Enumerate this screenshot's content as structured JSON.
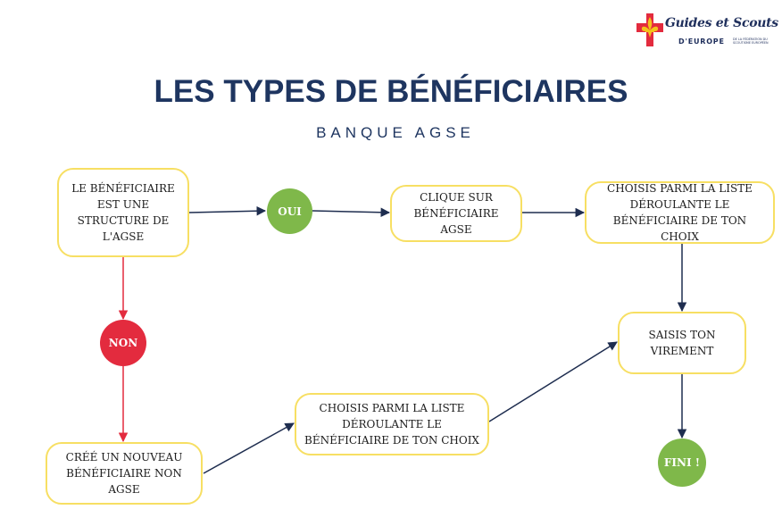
{
  "logo": {
    "script_text": "Guides et Scouts",
    "sub_text": "D'EUROPE",
    "tagline": "De la Fédération du Scoutisme Européen",
    "colors": {
      "cross": "#e32b3e",
      "lily": "#f4c31a",
      "text": "#1f2f5c"
    }
  },
  "title": "LES TYPES DE BÉNÉFICIAIRES",
  "subtitle": "BANQUE AGSE",
  "flow": {
    "question": "LE BÉNÉFICIAIRE EST UNE STRUCTURE DE L'AGSE",
    "yes": "OUI",
    "no": "NON",
    "click": "CLIQUE SUR BÉNÉFICIAIRE AGSE",
    "choose_agse": "CHOISIS PARMI LA LISTE DÉROULANTE LE BÉNÉFICIAIRE DE TON CHOIX",
    "enter_transfer": "SAISIS TON VIREMENT",
    "create_new": "CRÉÉ UN NOUVEAU BÉNÉFICIAIRE NON AGSE",
    "choose_other": "CHOISIS PARMI LA LISTE DÉROULANTE LE BÉNÉFICIAIRE DE TON CHOIX",
    "done": "FINI !"
  },
  "colors": {
    "title": "#1e3560",
    "node_border": "#f7df63",
    "yes_circle": "#7fb84a",
    "no_circle": "#e32b3e",
    "arrow_main": "#1e2d4f",
    "arrow_no": "#e32b3e"
  }
}
